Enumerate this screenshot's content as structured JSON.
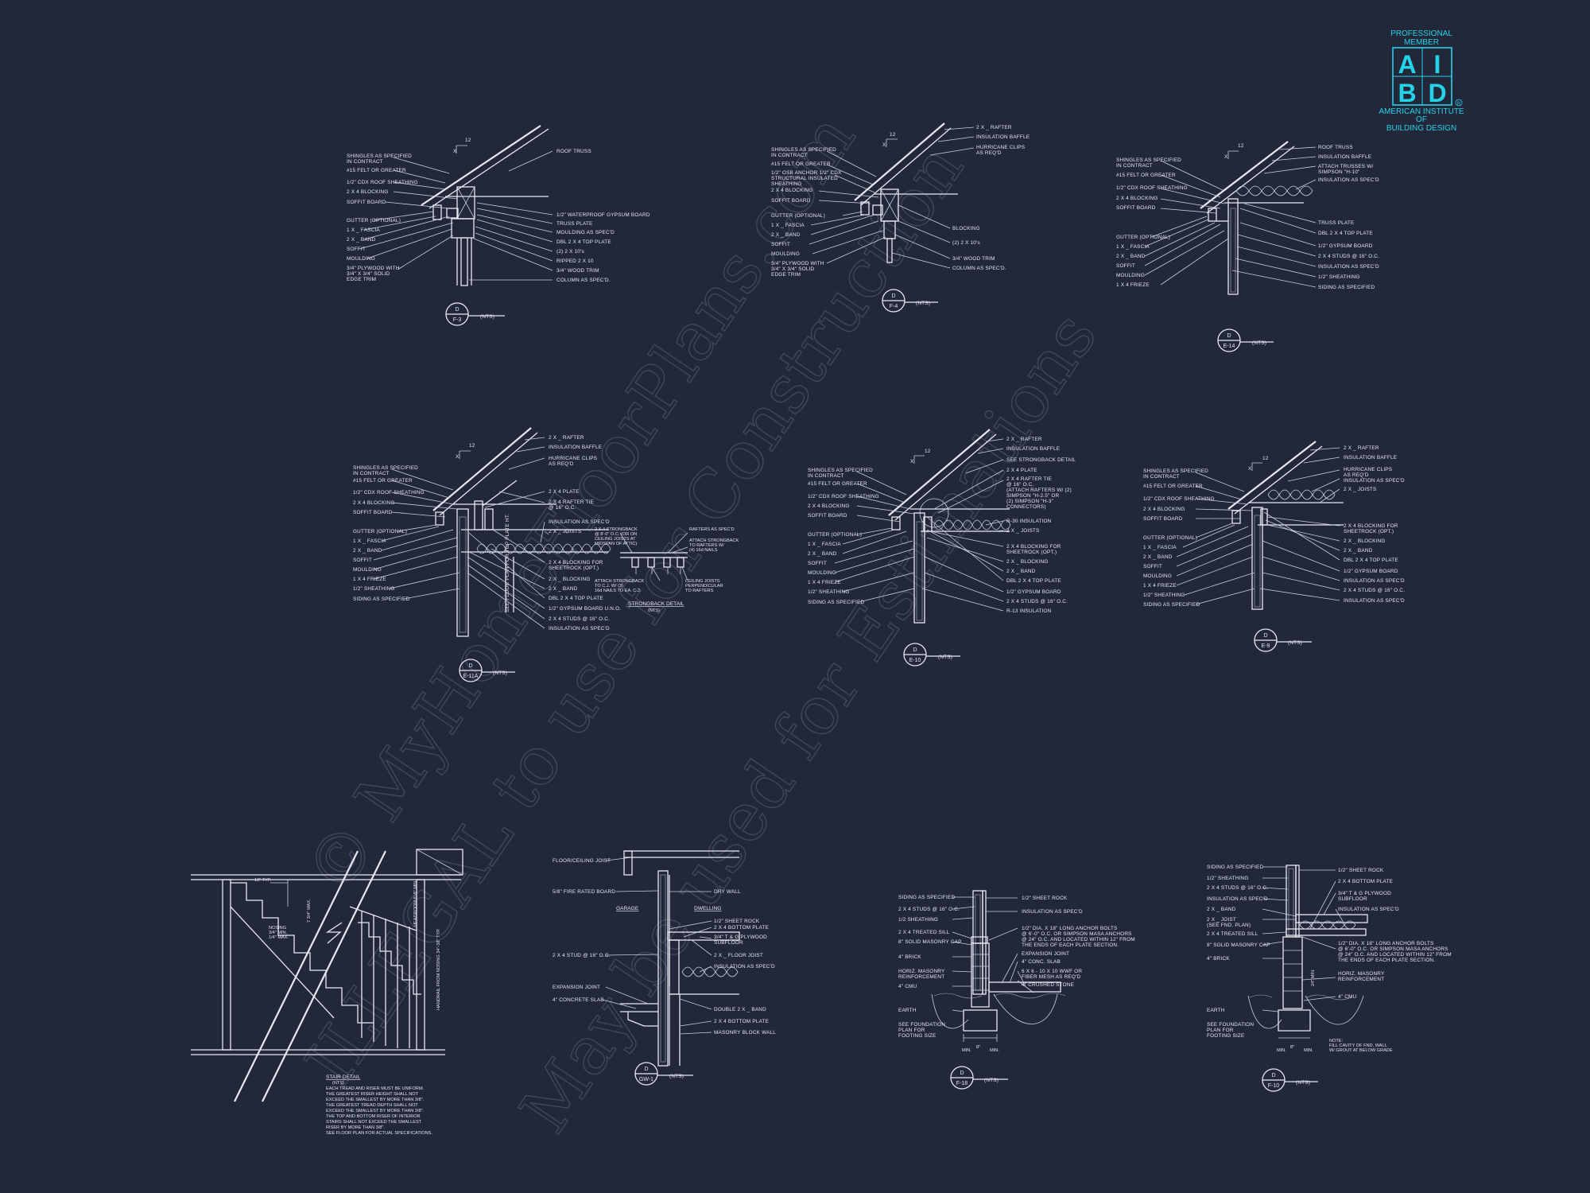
{
  "logo": {
    "top_line1": "PROFESSIONAL",
    "top_line2": "MEMBER",
    "letters": [
      "A",
      "I",
      "B",
      "D"
    ],
    "registered": "R",
    "bottom_line1": "AMERICAN INSTITUTE",
    "bottom_line2": "OF",
    "bottom_line3": "BUILDING DESIGN",
    "color": "#25d3e8"
  },
  "watermark": {
    "line1": "© MyHomeFloorPlans.com",
    "line2": "ILLEGAL to use for Construction",
    "line3": "May be used for Estimations"
  },
  "colors": {
    "background": "#23273a",
    "linework": "#e6e9f2"
  },
  "details": [
    {
      "id": "F-3",
      "bubble_top": "D",
      "bubble_bottom": "F-3",
      "scale": "(NTS)",
      "pitch_rise": "12",
      "pitch_run": "X",
      "left_labels": [
        "SHINGLES AS SPECIFIED",
        "IN CONTRACT",
        "#15 FELT OR GREATER",
        "1/2\" CDX ROOF SHEATHING",
        "2 X 4 BLOCKING",
        "SOFFIT BOARD",
        "GUTTER (OPTIONAL)",
        "1 X _ FASCIA",
        "2 X _ BAND",
        "SOFFIT",
        "MOULDING",
        "3/4\" PLYWOOD WITH",
        "3/4\" X 3/4\" SOLID",
        "EDGE TRIM"
      ],
      "right_labels": [
        "ROOF TRUSS",
        "1/2\" WATERPROOF GYPSUM BOARD",
        "TRUSS PLATE",
        "MOULDING AS SPEC'D",
        "DBL 2 X 4 TOP PLATE",
        "(2) 2 X 10's",
        "RIPPED 2 X 10",
        "3/4\" WOOD TRIM",
        "COLUMN AS SPEC'D."
      ]
    },
    {
      "id": "F-4",
      "bubble_top": "D",
      "bubble_bottom": "F-4",
      "scale": "(NTS)",
      "pitch_rise": "12",
      "pitch_run": "X",
      "left_labels": [
        "SHINGLES AS SPECIFIED",
        "IN CONTRACT",
        "#15 FELT OR GREATER",
        "1/2\" OSB ANCHOR 1/2\" CDX",
        "STRUCTURAL INSULATED",
        "SHEATHING",
        "2 X 4 BLOCKING",
        "SOFFIT BOARD",
        "GUTTER (OPTIONAL)",
        "1 X _ FASCIA",
        "2 X _ BAND",
        "SOFFIT",
        "MOULDING",
        "3/4\" PLYWOOD WITH",
        "3/4\" X 3/4\" SOLID",
        "EDGE TRIM"
      ],
      "right_labels": [
        "2 X _ RAFTER",
        "INSULATION BAFFLE",
        "HURRICANE CLIPS",
        "AS REQ'D",
        "BLOCKING",
        "(2) 2 X 10's",
        "3/4\" WOOD TRIM",
        "COLUMN AS SPEC'D."
      ]
    },
    {
      "id": "E-14",
      "bubble_top": "D",
      "bubble_bottom": "E-14",
      "scale": "(NTS)",
      "pitch_rise": "12",
      "pitch_run": "X",
      "left_labels": [
        "SHINGLES AS SPECIFIED",
        "IN CONTRACT",
        "#15 FELT OR GREATER",
        "1/2\" CDX ROOF SHEATHING",
        "2 X 4 BLOCKING",
        "SOFFIT BOARD",
        "GUTTER (OPTIONAL)",
        "1 X _ FASCIA",
        "2 X _ BAND",
        "SOFFIT",
        "MOULDING",
        "1 X 4 FRIEZE"
      ],
      "right_labels": [
        "ROOF TRUSS",
        "INSULATION BAFFLE",
        "ATTACH TRUSSES W/",
        "SIMPSON \"H-10\"",
        "INSULATION AS SPEC'D",
        "TRUSS PLATE",
        "DBL 2 X 4 TOP PLATE",
        "1/2\" GYPSUM BOARD",
        "2 X 4 STUDS @ 16\" O.C.",
        "INSULATION AS SPEC'D",
        "1/2\" SHEATHING",
        "SIDING AS SPECIFIED"
      ]
    },
    {
      "id": "E-11A",
      "bubble_top": "D",
      "bubble_bottom": "E-11A",
      "scale": "(NTS)",
      "pitch_rise": "12",
      "pitch_run": "X",
      "left_labels": [
        "SHINGLES AS SPECIFIED",
        "IN CONTRACT",
        "#15 FELT OR GREATER",
        "1/2\" CDX ROOF SHEATHING",
        "2 X 4 BLOCKING",
        "SOFFIT BOARD",
        "GUTTER (OPTIONAL)",
        "1 X _ FASCIA",
        "2 X _ BAND",
        "SOFFIT",
        "MOULDING",
        "1 X 4 FRIEZE",
        "1/2\" SHEATHING",
        "SIDING AS SPECIFIED"
      ],
      "right_labels": [
        "2 X _ RAFTER",
        "INSULATION BAFFLE",
        "HURRICANE CLIPS",
        "AS REQ'D",
        "2 X 4 PLATE",
        "2 X 4 RAFTER TIE",
        "@ 16\" O.C.",
        "INSULATION AS SPEC'D",
        "2 X _ JOISTS",
        "2 X 4 BLOCKING FOR",
        "SHEETROCK (OPT.)",
        "2 X _ BLOCKING",
        "2 X _ BAND",
        "DBL 2 X 4 TOP PLATE",
        "1/2\" GYPSUM BOARD U.N.O.",
        "2 X 4 STUDS @ 16\" O.C.",
        "INSULATION AS SPEC'D"
      ],
      "sub_title": "STRONGBACK DETAIL",
      "sub_scale": "(NTS)",
      "sub_labels": [
        "2 X 4 STRONGBACK",
        "@ 8'-0\" O.C. (OR ON",
        "CEILING JOISTS AT",
        "MIDSPAN OF ATTIC)",
        "RAFTERS AS SPEC'D",
        "ATTACH STRONGBACK",
        "TO RAFTERS W/",
        "(4) 16d NAILS",
        "ATTACH STRONGBACK",
        "TO C.J. W/ (3)",
        "16d NAILS TO EA. C.J.",
        "CEILING JOISTS",
        "PERPENDICULAR",
        "TO RAFTERS"
      ],
      "vertical_label": "SEE FLOOR PLAN FOR TOP PLATE HT."
    },
    {
      "id": "E-10",
      "bubble_top": "D",
      "bubble_bottom": "E-10",
      "scale": "(NTS)",
      "pitch_rise": "12",
      "pitch_run": "X",
      "left_labels": [
        "SHINGLES AS SPECIFIED",
        "IN CONTRACT",
        "#15 FELT OR GREATER",
        "1/2\" CDX ROOF SHEATHING",
        "2 X 4 BLOCKING",
        "SOFFIT BOARD",
        "GUTTER (OPTIONAL)",
        "1 X _ FASCIA",
        "2 X _ BAND",
        "SOFFIT",
        "MOULDING",
        "1 X 4 FRIEZE",
        "1/2\" SHEATHING",
        "SIDING AS SPECIFIED"
      ],
      "right_labels": [
        "2 X _ RAFTER",
        "INSULATION BAFFLE",
        "SEE STRONGBACK DETAIL",
        "2 X 4 PLATE",
        "2 X 4 RAFTER TIE",
        "@ 16\" O.C.",
        "(ATTACH RAFTERS W/ (2)",
        "SIMPSON \"H-2.5\" OR",
        "(2) SIMPSON \"H-3\"",
        "CONNECTORS)",
        "R-30 INSULATION",
        "2 X _ JOISTS",
        "2 X 4 BLOCKING FOR",
        "SHEETROCK (OPT.)",
        "2 X _ BLOCKING",
        "2 X _ BAND",
        "DBL 2 X 4 TOP PLATE",
        "1/2\" GYPSUM BOARD",
        "2 X 4 STUDS @ 16\" O.C.",
        "R-13 INSULATION"
      ]
    },
    {
      "id": "E-9",
      "bubble_top": "D",
      "bubble_bottom": "E-9",
      "scale": "(NTS)",
      "pitch_rise": "12",
      "pitch_run": "X",
      "left_labels": [
        "SHINGLES AS SPECIFIED",
        "IN CONTRACT",
        "#15 FELT OR GREATER",
        "1/2\" CDX ROOF SHEATHING",
        "2 X 4 BLOCKING",
        "SOFFIT BOARD",
        "GUTTER (OPTIONAL)",
        "1 X _ FASCIA",
        "2 X _ BAND",
        "SOFFIT",
        "MOULDING",
        "1 X 4 FRIEZE",
        "1/2\" SHEATHING",
        "SIDING AS SPECIFIED"
      ],
      "right_labels": [
        "2 X _ RAFTER",
        "INSULATION BAFFLE",
        "HURRICANE CLIPS",
        "AS REQ'D",
        "INSULATION AS SPEC'D",
        "2 X _ JOISTS",
        "2 X 4 BLOCKING FOR",
        "SHEETROCK (OPT.)",
        "2 X _ BLOCKING",
        "2 X _ BAND",
        "DBL 2 X 4 TOP PLATE",
        "1/2\" GYPSUM BOARD",
        "INSULATION AS SPEC'D",
        "2 X 4 STUDS @ 16\" O.C.",
        "INSULATION AS SPEC'D"
      ]
    },
    {
      "id": "STAIR",
      "title": "STAIR DETAIL",
      "scale": "(NTS)",
      "dims": [
        "10\" TYP.",
        "NOSING",
        "3/4\" MIN.",
        "1/4\" MAX.",
        "7 3/4\" MAX.",
        "HEADROOM 6'-8\" MIN.",
        "HANDRAIL FROM NOSING 34\"-38\" TYP."
      ],
      "notes": [
        "EACH TREAD AND RISER MUST BE UNIFORM.",
        "THE GREATEST RISER HEIGHT SHALL NOT",
        "EXCEED THE SMALLEST BY MORE THAN 3/8\".",
        "THE GREATEST TREAD DEPTH SHALL NOT",
        "EXCEED THE SMALLEST BY MORE THAN 3/8\".",
        "THE TOP AND BOTTOM RISER OF INTERIOR",
        "STAIRS SHALL NOT EXCEED THE SMALLEST",
        "RISER BY MORE THAN 3/8\".",
        "SEE FLOOR PLAN FOR ACTUAL SPECIFICATIONS."
      ]
    },
    {
      "id": "GW-1",
      "bubble_top": "D",
      "bubble_bottom": "GW-1",
      "scale": "(NTS)",
      "left_labels": [
        "FLOOR/CEILING JOIST",
        "5/8\" FIRE RATED BOARD",
        "2 X 4 STUD @ 16\" O.C.",
        "EXPANSION JOINT",
        "4\" CONCRETE SLAB"
      ],
      "center_labels": [
        "GARAGE",
        "DWELLING"
      ],
      "right_labels": [
        "DRY WALL",
        "1/2\" SHEET ROCK",
        "2 X 4 BOTTOM PLATE",
        "3/4\" T & G PLYWOOD",
        "SUBFLOOR",
        "2 X _ FLOOR JOIST",
        "INSULATION AS SPEC'D",
        "DOUBLE 2 X _ BAND",
        "2 X 4 BOTTOM PLATE",
        "MASONRY BLOCK WALL"
      ]
    },
    {
      "id": "F-18",
      "bubble_top": "D",
      "bubble_bottom": "F-18",
      "scale": "(NTS)",
      "left_labels": [
        "SIDING AS SPECIFIED",
        "2 X 4 STUDS @ 16\" O.C.",
        "1/2 SHEATHING",
        "2 X 4 TREATED SILL",
        "8\" SOLID MASONRY CAP",
        "4\" BRICK",
        "HORIZ. MASONRY",
        "REINFORCEMENT",
        "4\" CMU",
        "EARTH",
        "SEE FOUNDATION",
        "PLAN FOR",
        "FOOTING SIZE"
      ],
      "right_labels": [
        "1/2\" SHEET ROCK",
        "INSULATION AS SPEC'D",
        "1/2\" DIA. X 18\" LONG ANCHOR BOLTS",
        "@ 6'-0\" O.C. OR SIMPSON MASA ANCHORS",
        "@ 24\" O.C. AND LOCATED WITHIN 12\" FROM",
        "THE ENDS OF EACH PLATE SECTION.",
        "EXPANSION JOINT",
        "4\" CONC. SLAB",
        "6 X 6 - 10 X 10 WWF OR",
        "FIBER MESH AS REQ'D",
        "4\" CRUSHED STONE"
      ],
      "dims": [
        "MIN.",
        "8\"",
        "MIN."
      ]
    },
    {
      "id": "F-10",
      "bubble_top": "D",
      "bubble_bottom": "F-10",
      "scale": "(NTS)",
      "left_labels": [
        "SIDING AS SPECIFIED",
        "1/2\" SHEATHING",
        "2 X 4 STUDS @ 16\" O.C.",
        "INSULATION AS SPEC'D",
        "2 X _ BAND",
        "2 X _ JOIST",
        "(SEE FND. PLAN)",
        "2 X 4 TREATED SILL",
        "8\" SOLID MASONRY CAP",
        "4\" BRICK",
        "EARTH",
        "SEE FOUNDATION",
        "PLAN FOR",
        "FOOTING SIZE"
      ],
      "right_labels": [
        "1/2\" SHEET ROCK",
        "2 X 4 BOTTOM PLATE",
        "3/4\" T & G PLYWOOD",
        "SUBFLOOR",
        "INSULATION AS SPEC'D",
        "1/2\" DIA. X 18\" LONG ANCHOR BOLTS",
        "@ 6'-0\" O.C. OR SIMPSON MASA ANCHORS",
        "@ 24\" O.C. AND LOCATED WITHIN 12\" FROM",
        "THE ENDS OF EACH PLATE SECTION.",
        "HORIZ. MASONRY",
        "REINFORCEMENT",
        "4\" CMU",
        "NOTE:",
        "FILL CAVITY OF FND. WALL",
        "W/ GROUT AT BELOW GRADE"
      ],
      "dims": [
        "MIN.",
        "8\"",
        "MIN.",
        "24\" MIN."
      ]
    }
  ]
}
